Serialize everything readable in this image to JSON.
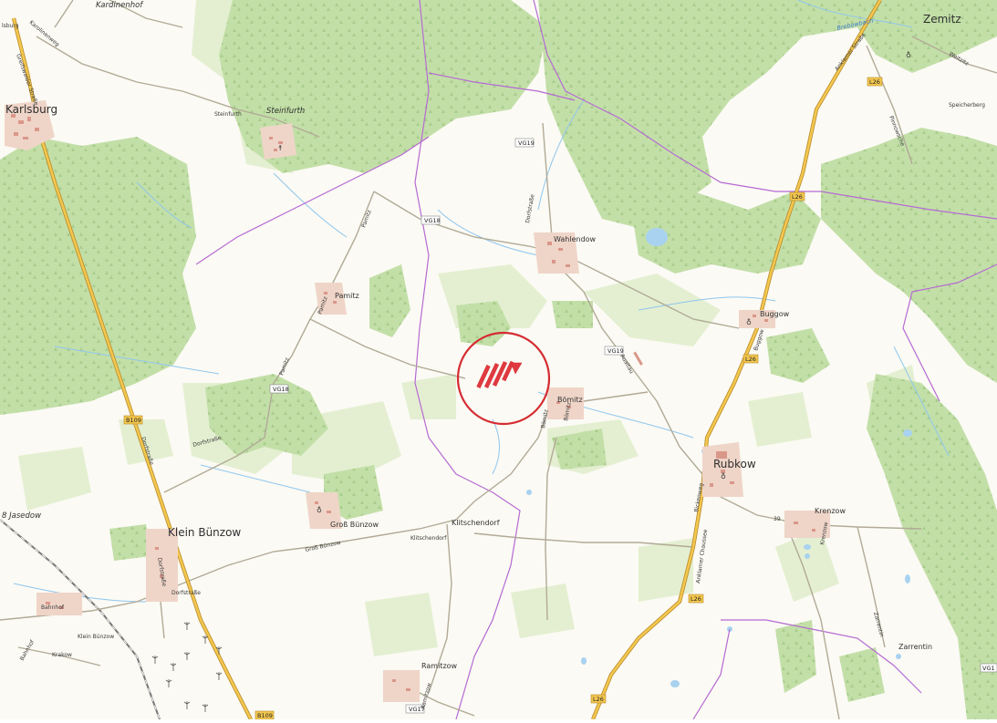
{
  "map": {
    "towns": {
      "karlsburg": "Karlsburg",
      "klein_buenzow": "Klein Bünzow",
      "rubkow": "Rubkow",
      "zemitz": "Zemitz"
    },
    "villages": {
      "steinfurth_italic": "Steinfurth",
      "steinfurth_small": "Steinfurth",
      "wahlendow": "Wahlendow",
      "pamitz": "Pamitz",
      "buggow": "Buggow",
      "boemitz": "Bömitz",
      "gross_buenzow": "Groß Bünzow",
      "klitschendorf": "Klitschendorf",
      "krenzow": "Krenzow",
      "zarrentin": "Zarrentin",
      "ramitzow": "Ramitzow",
      "krakow": "Krakow",
      "klein_buenzow_small": "Klein Bünzow",
      "jasedow": "8 Jasedow",
      "bahnhof": "Bahnhof",
      "karlsburg_top": "lsburg",
      "kardinenhof": "Kardinenhof",
      "speicherberg": "Speicherberg"
    },
    "water": {
      "brebowbach": "Brebowbach"
    },
    "streets": {
      "greifswalder": "Greifswalder Straße",
      "karolinenweg": "Karolinenweg",
      "dorfstrasse_1": "Dorfstraße",
      "dorfstrasse_2": "Dorfstraße",
      "dorfstrasse_3": "Dorfstraße",
      "dorfstrasse_4": "Dorfstraße",
      "dorfstrasse_5": "Dorfstraße",
      "pamitz_rd1": "Pamitz",
      "pamitz_rd2": "Pamitz",
      "pamitz_rd3": "Pamitz",
      "aualtau": "Aualtau",
      "bomitz_rd": "Bömitz",
      "bomitz_rd2": "Bömitz",
      "gross_buenzow_rd": "Groß Bünzow",
      "klitschendorf_rd": "Klitschendorf",
      "buggow_rd": "Buggow",
      "anklamer_chaussee": "Anklamer Chaussee",
      "anklamer_strasse": "Anklamer Straße",
      "bickenweg": "Bickenweg",
      "krenzow_rd": "Krenzow",
      "zarrentin_rd": "Zarrentin",
      "ramitzow_rd": "Ramitzow",
      "pinnowsche": "Pinnowsche",
      "bahnhof_rd": "Bahnhof",
      "bahnhof_rd2": "Bahnhof",
      "weitzitz": "Weitzitz",
      "num39": "39"
    },
    "shields": {
      "vg19_a": "VG19",
      "vg18_a": "VG18",
      "vg18_b": "VG18",
      "vg19_b": "VG19",
      "vg17": "VG17",
      "vg_edge": "VG1",
      "l26_a": "L26",
      "l26_b": "L26",
      "l26_c": "L26",
      "l26_d": "L26",
      "l26_e": "L26",
      "b109_a": "B109",
      "b109_b": "B109"
    },
    "colors": {
      "background": "#fbfaf4",
      "forest": "#c3dfa8",
      "meadow": "#e4efd1",
      "water": "#a8d2f0",
      "stream": "#8ec6ee",
      "boundary": "#b56ad3",
      "primary_road": "#d6a531",
      "minor_road": "#b1aa96",
      "settlement": "#efd5c8",
      "building": "#d9978a",
      "marker": "#d52b31"
    },
    "marker_icon": "circled-site-icon",
    "tree_icon": "tree-icon",
    "turbine_icon": "wind-turbine-icon"
  }
}
